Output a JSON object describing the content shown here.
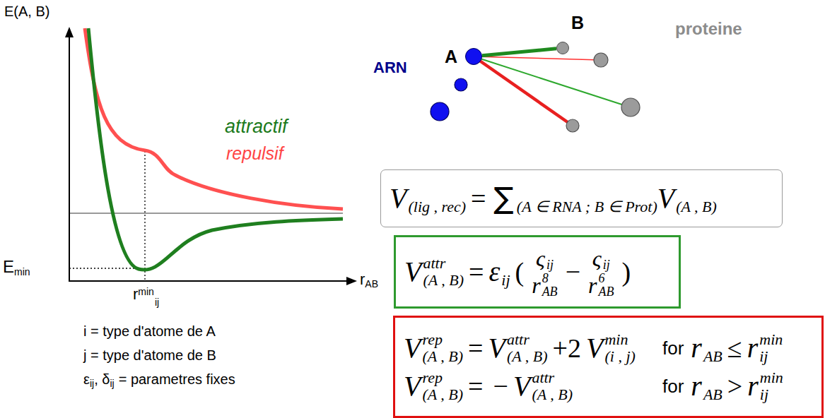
{
  "diagram": {
    "nodes": [
      {
        "text": [
          "ARN"
        ]
      },
      {
        "text": [
          "A"
        ],
        "in": 0
      },
      {
        "text": [
          "proteine"
        ]
      },
      {
        "text": [
          "B"
        ],
        "in": 2
      },
      {
        "text": [
          "V",
          "(lig , rec)",
          "=",
          "∑",
          "(A ∈ RNA ; B ∈ Prot)",
          "V",
          "(A , B)"
        ]
      },
      {
        "text": [
          "V",
          "attr",
          "(A , B)",
          "=",
          "ε",
          "ij",
          "(",
          "ς",
          "ij",
          "r",
          "8",
          "AB",
          "−",
          "ς",
          "ij",
          "r",
          "6",
          "AB",
          ")"
        ]
      },
      {
        "text": [
          "V",
          "rep",
          "(A , B)",
          "=",
          "V",
          "attr",
          "(A , B)",
          "+2",
          "V",
          "min",
          "(i , j)",
          "for",
          "r",
          "AB",
          "≤",
          "r",
          "min",
          "ij",
          "V",
          "rep",
          "(A , B)",
          "=",
          "−",
          "V",
          "attr",
          "(A , B)",
          "for",
          "r",
          "AB",
          ">",
          "r",
          "min",
          "ij"
        ]
      }
    ],
    "edges": [
      {
        "from": 1,
        "to": 3,
        "arrow": "none"
      }
    ],
    "labels": [
      "E(A, B)",
      "attractif",
      "repulsif",
      "E",
      "min",
      "r",
      "min",
      "ij",
      "r",
      "AB",
      "i = type d'atome de A",
      "j = type d'atome de B",
      "ε",
      "ij",
      ", δ",
      "ij",
      "= parametres fixes"
    ]
  }
}
